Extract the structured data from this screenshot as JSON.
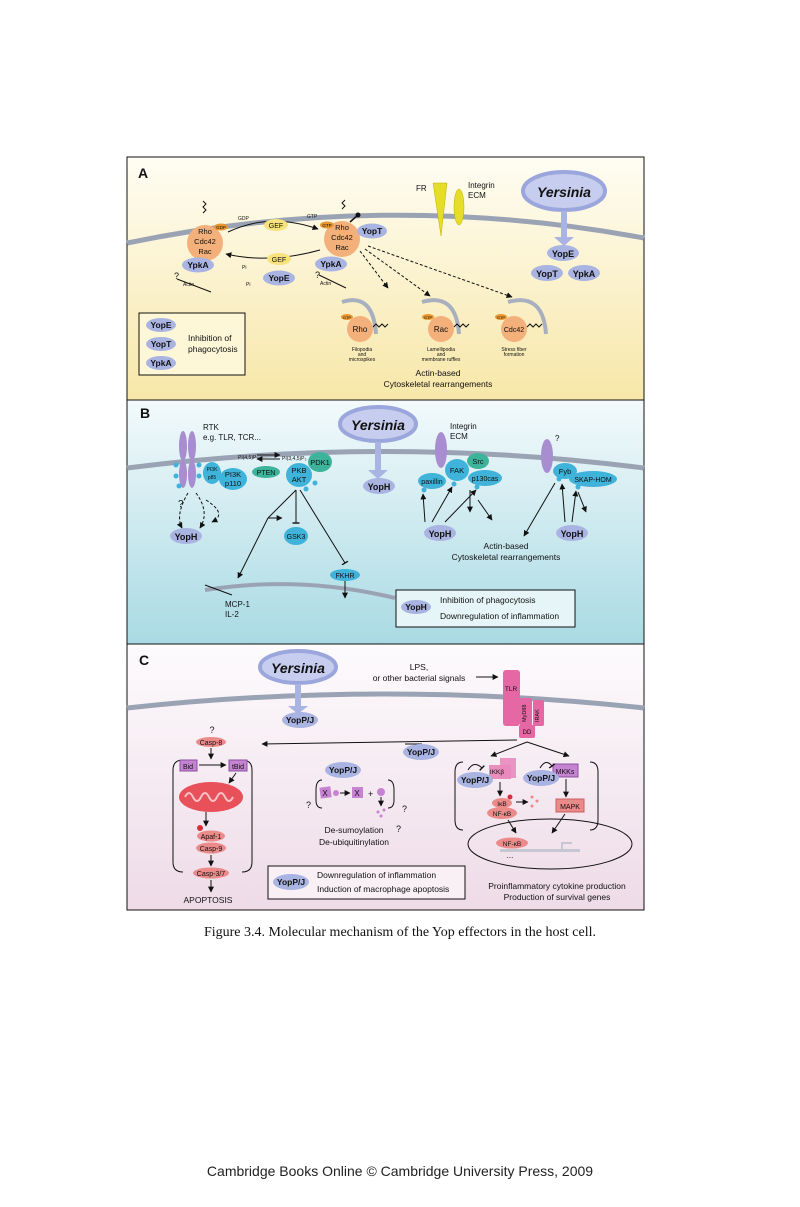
{
  "panelA": {
    "label": "A",
    "yersinia": "Yersinia",
    "fr": "FR",
    "integrin": "Integrin",
    "ecm": "ECM",
    "gdp_small": "GDP",
    "gtp_small": "GTP",
    "gef": "GEF",
    "rho": "Rho",
    "cdc42": "Cdc42",
    "rac": "Rac",
    "yopt": "YopT",
    "ypka": "YpkA",
    "yope": "YopE",
    "pi": "Pi",
    "actin": "Actin",
    "question": "?",
    "legend_yope": "YopE",
    "legend_yopt": "YopT",
    "legend_ypka": "YpkA",
    "legend_line1": "Inhibition of",
    "legend_line2": "phagocytosis",
    "filopodia1": "Filopodia",
    "filopodia2": "and",
    "filopodia3": "microspikes",
    "lamelli1": "Lamellipodia",
    "lamelli2": "and",
    "lamelli3": "membrane ruffles",
    "stress1": "Stress fiber",
    "stress2": "formation",
    "bottom1": "Actin-based",
    "bottom2": "Cytoskeletal rearrangements"
  },
  "panelB": {
    "label": "B",
    "rtk": "RTK",
    "rtk_eg": "e.g. TLR, TCR...",
    "yersinia": "Yersinia",
    "integrin": "Integrin",
    "ecm": "ECM",
    "question": "?",
    "pi45": "PI(4,5)P₂",
    "pi345": "PI(3,4,5)P₃",
    "pi3k_reg1": "PI3K",
    "pi3k_reg2": "p85",
    "pi3k_cat1": "PI3K",
    "pi3k_cat2": "p110",
    "pten": "PTEN",
    "pdk1": "PDK1",
    "pkb1": "PKB",
    "pkb2": "AKT",
    "gsk3": "GSK3",
    "fkhr": "FKHR",
    "yoph": "YopH",
    "fak": "FAK",
    "src": "Src",
    "paxillin": "paxillin",
    "p130cas": "p130cas",
    "fyb": "Fyb",
    "skap": "SKAP-HOM",
    "mcp1": "MCP-1",
    "il2": "IL-2",
    "p": "P",
    "actin1": "Actin-based",
    "actin2": "Cytoskeletal rearrangements",
    "legend_yoph": "YopH",
    "legend_line1": "Inhibition of phagocytosis",
    "legend_line2": "Downregulation of inflammation"
  },
  "panelC": {
    "label": "C",
    "yersinia": "Yersinia",
    "lps1": "LPS,",
    "lps2": "or other bacterial signals",
    "tlr": "TLR",
    "myd88": "MyD88",
    "irak": "IRAK",
    "dd": "DD",
    "yoppj": "YopP/J",
    "question": "?",
    "casp8": "Casp-8",
    "bid": "Bid",
    "tbid": "tBid",
    "apaf": "Apaf-1",
    "casp9": "Casp-9",
    "casp37": "Casp-3/7",
    "apoptosis": "APOPTOSIS",
    "x": "X",
    "plus": "+",
    "desumo": "De-sumoylation",
    "deubi": "De-ubiquitinylation",
    "ikkb": "IKKβ",
    "mkks": "MKKs",
    "ikb": "IκB",
    "nfkb": "NF-κB",
    "mapk": "MAPK",
    "dots": "...",
    "p": "P",
    "legend_yoppj": "YopP/J",
    "legend_line1": "Downregulation of inflammation",
    "legend_line2": "Induction of macrophage apoptosis",
    "out1": "Proinflammatory cytokine production",
    "out2": "Production of survival genes"
  },
  "caption": "Figure 3.4.  Molecular mechanism of the Yop effectors in the host cell.",
  "footer": "Cambridge Books Online © Cambridge University Press, 2009",
  "colors": {
    "panelA_bg": "#fbf2cc",
    "panelB_bg": "#c6e6ec",
    "panelC_bg": "#f4e6ee",
    "membrane": "#9aa3b3",
    "yop": "#aab4e2",
    "gtpase": "#f3b07a",
    "gef": "#f7e27c",
    "cyan": "#3fb3d9",
    "teal": "#3cb39a",
    "purple": "#a88dd0",
    "pink": "#e567a4",
    "salmon": "#ec8a8a",
    "violet": "#c583d2"
  }
}
